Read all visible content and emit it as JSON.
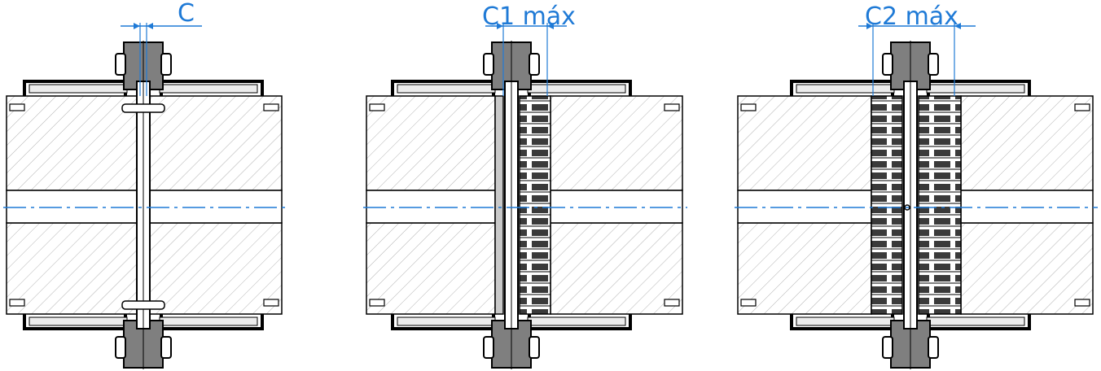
{
  "colors": {
    "line": "#000000",
    "dimension": "#1f7ad6",
    "hatch": "#a8a8a8",
    "flange_fill": "#7f7f7f",
    "sleeve_fill": "#c9c9c9",
    "light_fill": "#ececec",
    "background": "#ffffff"
  },
  "views": [
    {
      "id": "c",
      "label": "C",
      "variant": "assembled"
    },
    {
      "id": "c1",
      "label": "C1 máx",
      "variant": "one-side-open"
    },
    {
      "id": "c2",
      "label": "C2 máx",
      "variant": "both-sides-open"
    }
  ]
}
